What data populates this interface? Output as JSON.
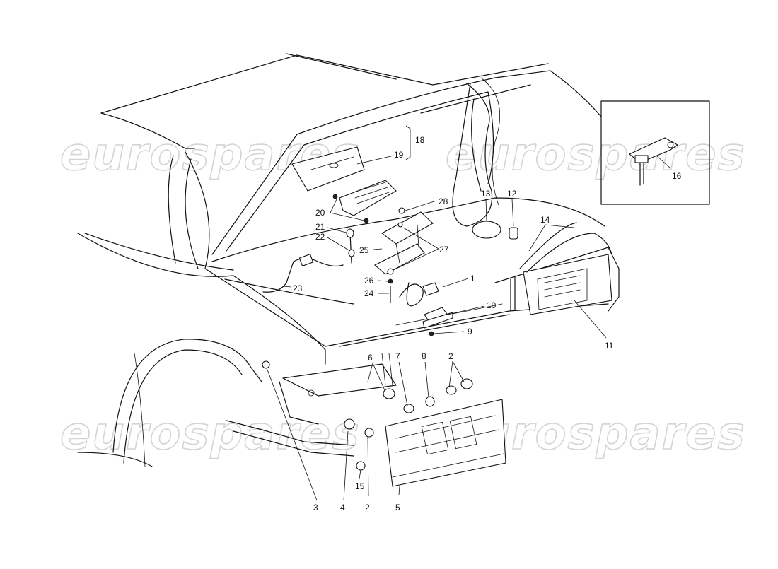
{
  "diagram": {
    "watermarks": [
      "eurospares",
      "eurospares",
      "eurospares",
      "eurospares"
    ],
    "callouts": [
      {
        "id": "c1",
        "text": "1"
      },
      {
        "id": "c2a",
        "text": "2"
      },
      {
        "id": "c2b",
        "text": "2"
      },
      {
        "id": "c3",
        "text": "3"
      },
      {
        "id": "c4",
        "text": "4"
      },
      {
        "id": "c5",
        "text": "5"
      },
      {
        "id": "c6",
        "text": "6"
      },
      {
        "id": "c7",
        "text": "7"
      },
      {
        "id": "c8",
        "text": "8"
      },
      {
        "id": "c9",
        "text": "9"
      },
      {
        "id": "c10",
        "text": "10"
      },
      {
        "id": "c11",
        "text": "11"
      },
      {
        "id": "c12",
        "text": "12"
      },
      {
        "id": "c13",
        "text": "13"
      },
      {
        "id": "c14",
        "text": "14"
      },
      {
        "id": "c15",
        "text": "15"
      },
      {
        "id": "c16",
        "text": "16"
      },
      {
        "id": "c18",
        "text": "18"
      },
      {
        "id": "c19",
        "text": "19"
      },
      {
        "id": "c20",
        "text": "20"
      },
      {
        "id": "c21",
        "text": "21"
      },
      {
        "id": "c22",
        "text": "22"
      },
      {
        "id": "c23",
        "text": "23"
      },
      {
        "id": "c24",
        "text": "24"
      },
      {
        "id": "c25",
        "text": "25"
      },
      {
        "id": "c26",
        "text": "26"
      },
      {
        "id": "c27",
        "text": "27"
      },
      {
        "id": "c28",
        "text": "28"
      }
    ]
  }
}
